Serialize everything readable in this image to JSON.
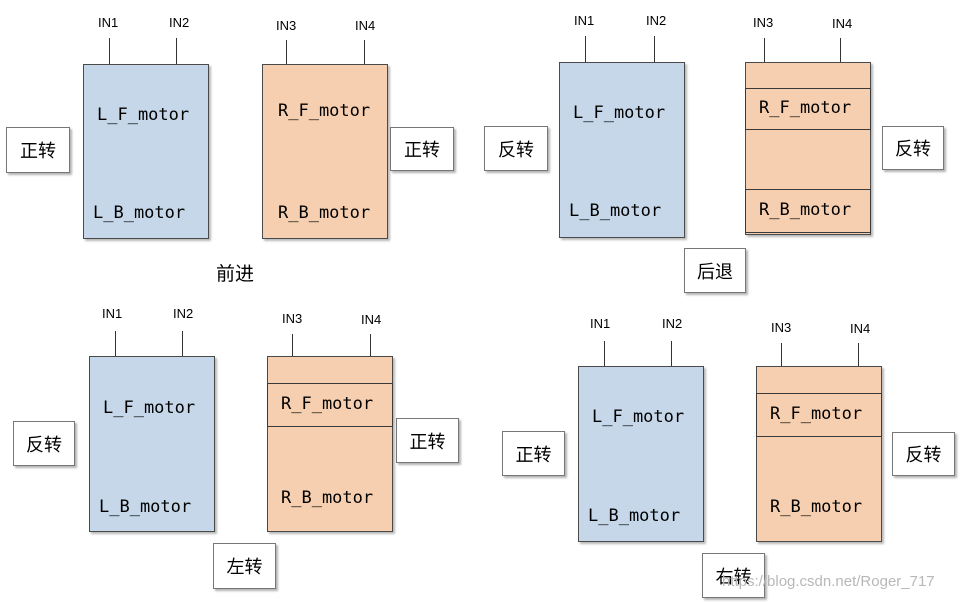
{
  "pins": {
    "in1": "IN1",
    "in2": "IN2",
    "in3": "IN3",
    "in4": "IN4"
  },
  "motors": {
    "left_front": "L_F_motor",
    "left_back": "L_B_motor",
    "right_front": "R_F_motor",
    "right_back": "R_B_motor"
  },
  "states": {
    "forward": "正转",
    "reverse": "反转"
  },
  "scenarios": {
    "forward": "前进",
    "backward": "后退",
    "left": "左转",
    "right": "右转"
  },
  "watermark": "https://blog.csdn.net/Roger_717",
  "colors": {
    "left_box": "#c5d7e9",
    "right_box": "#f6cfb0",
    "border": "#4a4a4a"
  }
}
